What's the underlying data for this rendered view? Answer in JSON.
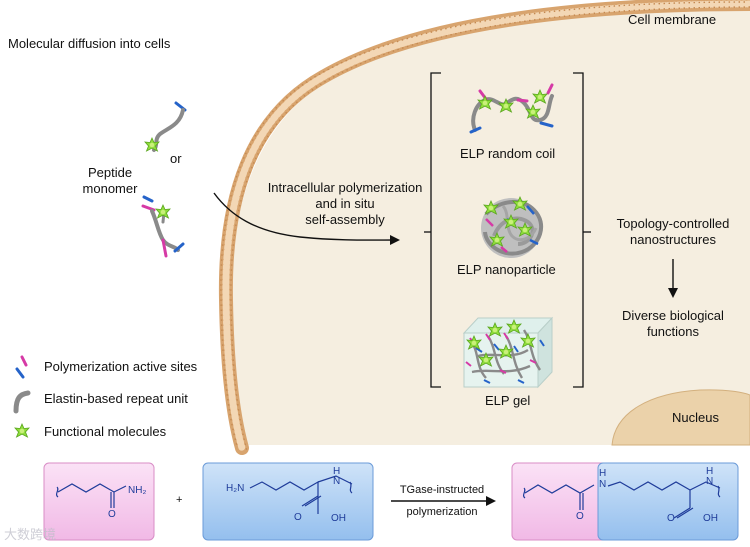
{
  "labels": {
    "cell_membrane": "Cell membrane",
    "title": "Molecular diffusion into cells",
    "or": "or",
    "peptide_monomer_line1": "Peptide",
    "peptide_monomer_line2": "monomer",
    "polymerization_line1": "Intracellular polymerization",
    "polymerization_line2": "and in situ",
    "polymerization_line3": "self-assembly",
    "random_coil": "ELP random coil",
    "nanoparticle": "ELP nanoparticle",
    "gel": "ELP gel",
    "topology_line1": "Topology-controlled",
    "topology_line2": "nanostructures",
    "diverse_line1": "Diverse biological",
    "diverse_line2": "functions",
    "nucleus": "Nucleus"
  },
  "legend": [
    {
      "label": "Polymerization active sites"
    },
    {
      "label": "Elastin-based repeat unit"
    },
    {
      "label": "Functional molecules"
    }
  ],
  "reaction": {
    "plus": "+",
    "arrow_line1": "TGase-instructed",
    "arrow_line2": "polymerization",
    "nh2_amide": "NH₂",
    "o_amide": "O",
    "h2n": "H₂N",
    "nh_left": "H",
    "n_left": "N",
    "oh_left": "OH",
    "o_left": "O",
    "nh_link": "N",
    "nh_link_h": "H",
    "nh_right": "H",
    "n_right": "N",
    "oh_right": "OH",
    "o_right": "O",
    "o_product_amide": "O"
  },
  "watermark": "大数跨境",
  "colors": {
    "cytoplasm": "#f6f0e2",
    "membrane": "#d9a66f",
    "nucleus": "#ecd5b0",
    "pink_box": "#f6c6ec",
    "blue_box": "#a9cdf2",
    "peptide": "#8a8a8a",
    "active_site_pink": "#d63aa6",
    "active_site_blue": "#2563c9",
    "functional": "#7ccf3a"
  }
}
